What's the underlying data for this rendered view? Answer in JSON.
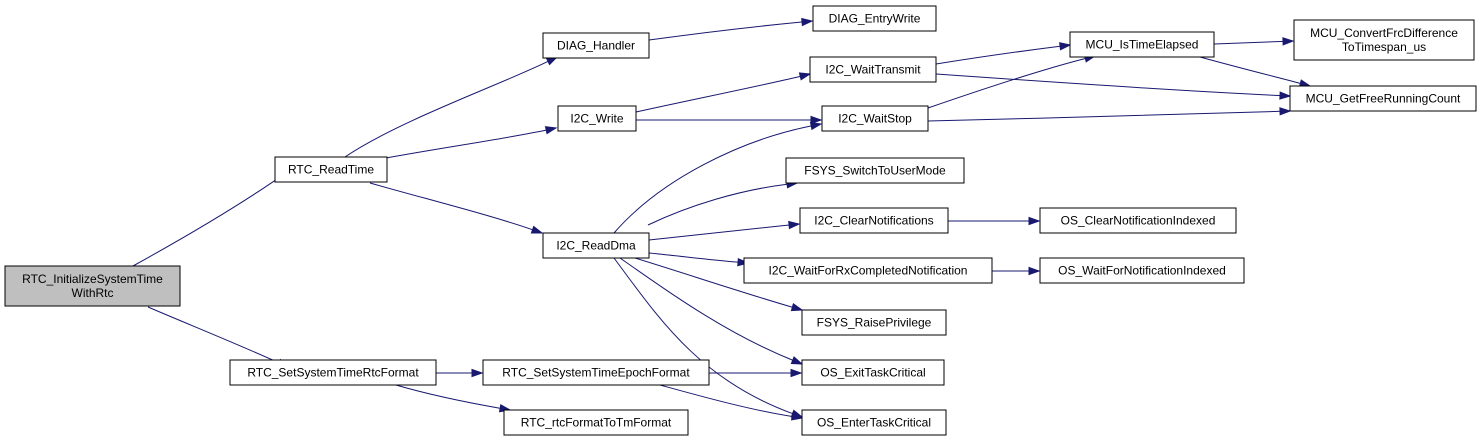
{
  "diagram": {
    "colors": {
      "edge": "#191970",
      "root_fill": "#bfbfbf",
      "node_fill": "#ffffff",
      "border": "#000000"
    },
    "nodes": [
      {
        "id": "root",
        "lines": [
          "RTC_InitializeSystemTime",
          "WithRtc"
        ],
        "root": true
      },
      {
        "id": "rt",
        "lines": [
          "RTC_ReadTime"
        ]
      },
      {
        "id": "sstrf",
        "lines": [
          "RTC_SetSystemTimeRtcFormat"
        ]
      },
      {
        "id": "dh",
        "lines": [
          "DIAG_Handler"
        ]
      },
      {
        "id": "iw",
        "lines": [
          "I2C_Write"
        ]
      },
      {
        "id": "ird",
        "lines": [
          "I2C_ReadDma"
        ]
      },
      {
        "id": "sstef",
        "lines": [
          "RTC_SetSystemTimeEpochFormat"
        ]
      },
      {
        "id": "rftm",
        "lines": [
          "RTC_rtcFormatToTmFormat"
        ]
      },
      {
        "id": "dew",
        "lines": [
          "DIAG_EntryWrite"
        ]
      },
      {
        "id": "iwt",
        "lines": [
          "I2C_WaitTransmit"
        ]
      },
      {
        "id": "iws",
        "lines": [
          "I2C_WaitStop"
        ]
      },
      {
        "id": "fsum",
        "lines": [
          "FSYS_SwitchToUserMode"
        ]
      },
      {
        "id": "icn",
        "lines": [
          "I2C_ClearNotifications"
        ]
      },
      {
        "id": "iwrx",
        "lines": [
          "I2C_WaitForRxCompletedNotification"
        ]
      },
      {
        "id": "frp",
        "lines": [
          "FSYS_RaisePrivilege"
        ]
      },
      {
        "id": "oetc",
        "lines": [
          "OS_ExitTaskCritical"
        ]
      },
      {
        "id": "oentc",
        "lines": [
          "OS_EnterTaskCritical"
        ]
      },
      {
        "id": "mite",
        "lines": [
          "MCU_IsTimeElapsed"
        ]
      },
      {
        "id": "mcfd",
        "lines": [
          "MCU_ConvertFrcDifference",
          "ToTimespan_us"
        ]
      },
      {
        "id": "mgfrc",
        "lines": [
          "MCU_GetFreeRunningCount"
        ]
      },
      {
        "id": "ocni",
        "lines": [
          "OS_ClearNotificationIndexed"
        ]
      },
      {
        "id": "owfni",
        "lines": [
          "OS_WaitForNotificationIndexed"
        ]
      }
    ],
    "edges": [
      [
        "root",
        "rt"
      ],
      [
        "root",
        "sstrf"
      ],
      [
        "rt",
        "dh"
      ],
      [
        "rt",
        "iw"
      ],
      [
        "rt",
        "ird"
      ],
      [
        "dh",
        "dew"
      ],
      [
        "iw",
        "iwt"
      ],
      [
        "iw",
        "iws"
      ],
      [
        "iwt",
        "mite"
      ],
      [
        "iwt",
        "mgfrc"
      ],
      [
        "iws",
        "mite"
      ],
      [
        "iws",
        "mgfrc"
      ],
      [
        "mite",
        "mcfd"
      ],
      [
        "mite",
        "mgfrc"
      ],
      [
        "ird",
        "iws"
      ],
      [
        "ird",
        "fsum"
      ],
      [
        "ird",
        "icn"
      ],
      [
        "ird",
        "iwrx"
      ],
      [
        "ird",
        "frp"
      ],
      [
        "ird",
        "oetc"
      ],
      [
        "ird",
        "oentc"
      ],
      [
        "icn",
        "ocni"
      ],
      [
        "iwrx",
        "owfni"
      ],
      [
        "sstrf",
        "sstef"
      ],
      [
        "sstrf",
        "rftm"
      ],
      [
        "sstef",
        "oetc"
      ],
      [
        "sstef",
        "oentc"
      ]
    ]
  }
}
